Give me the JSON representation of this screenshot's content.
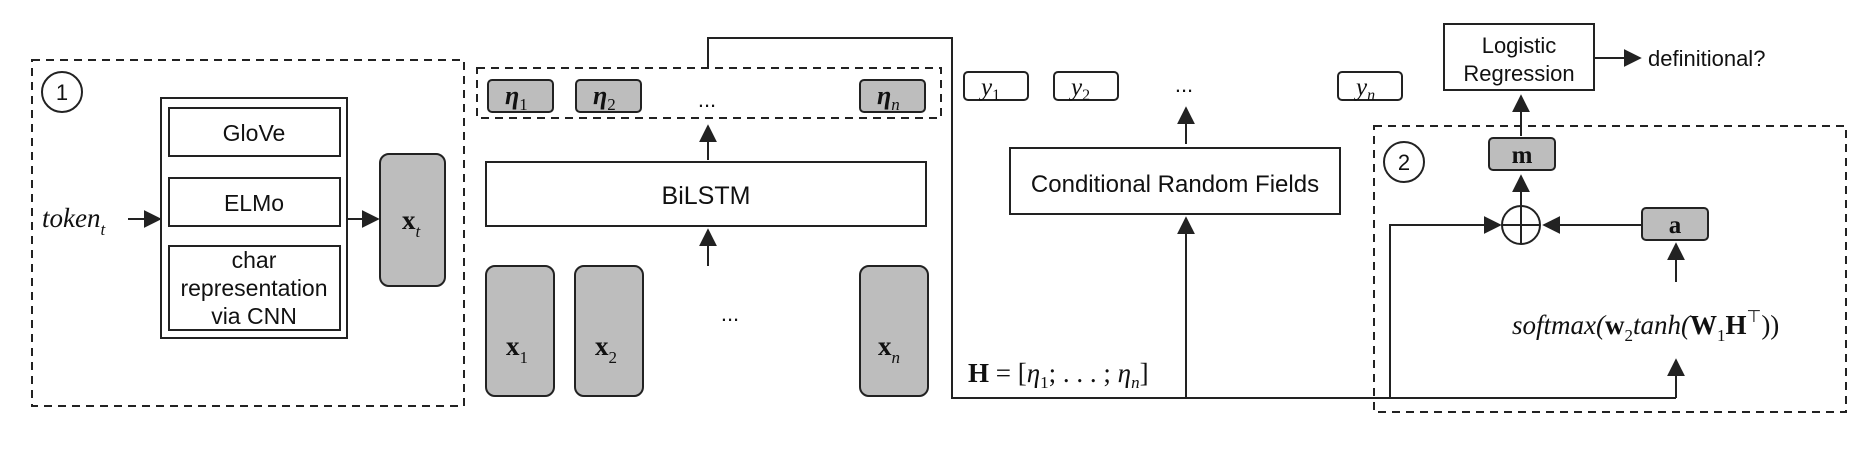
{
  "section1": {
    "number": "1",
    "input_token": "token",
    "input_token_sub": "t",
    "embeddings": [
      "GloVe",
      "ELMo",
      "char representation via CNN"
    ],
    "char_lines": [
      "char",
      "representation",
      "via CNN"
    ],
    "output_vector": "x",
    "output_vector_sub": "t"
  },
  "encoder": {
    "eta_labels": [
      {
        "base": "η",
        "sub": "1"
      },
      {
        "base": "η",
        "sub": "2"
      },
      {
        "base": "η",
        "sub": "n"
      }
    ],
    "eta_ellipsis": "...",
    "bilstm_label": "BiLSTM",
    "x_labels": [
      {
        "base": "x",
        "sub": "1"
      },
      {
        "base": "x",
        "sub": "2"
      },
      {
        "base": "x",
        "sub": "n"
      }
    ],
    "x_ellipsis": "..."
  },
  "crf": {
    "label": "Conditional Random Fields",
    "y_labels": [
      {
        "base": "y",
        "sub": "1"
      },
      {
        "base": "y",
        "sub": "2"
      },
      {
        "base": "y",
        "sub": "n"
      }
    ],
    "y_ellipsis": "...",
    "h_equation": {
      "lhs": "H",
      "eq": " = [",
      "eta1": "η",
      "eta1_sub": "1",
      "mid": "; . . . ; ",
      "etan": "η",
      "etan_sub": "n",
      "close": "]"
    }
  },
  "section2": {
    "number": "2",
    "logistic_lines": [
      "Logistic",
      "Regression"
    ],
    "output_label": "definitional?",
    "m_label": "m",
    "a_label": "a",
    "softmax": {
      "fn": "softmax(",
      "w2": "w",
      "w2_sub": "2",
      "tanh": "tanh(",
      "W1": "W",
      "W1_sub": "1",
      "H": "H",
      "T": "⊤",
      "close": "))"
    }
  }
}
